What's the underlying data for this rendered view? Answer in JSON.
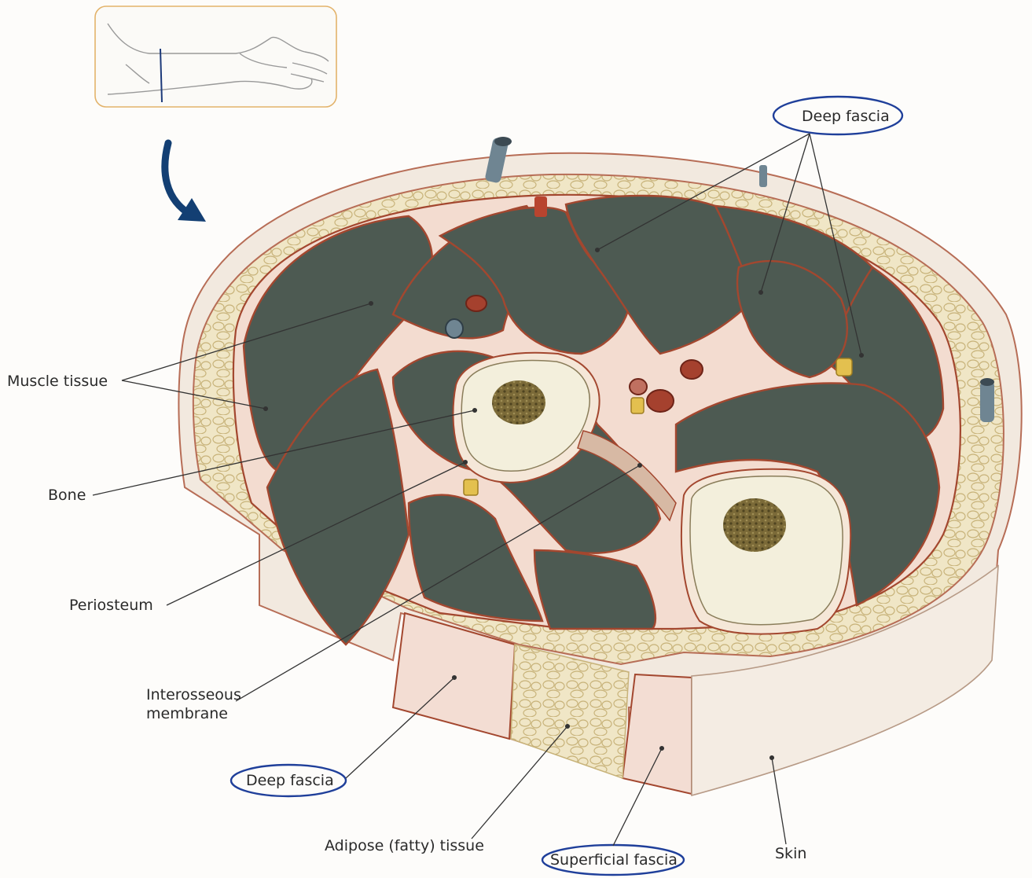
{
  "labels": {
    "deep_fascia_top": "Deep fascia",
    "muscle_tissue": "Muscle tissue",
    "bone": "Bone",
    "periosteum": "Periosteum",
    "interosseous_line1": "Interosseous",
    "interosseous_line2": "membrane",
    "deep_fascia_bottom": "Deep fascia",
    "adipose": "Adipose (fatty) tissue",
    "superficial_fascia": "Superficial fascia",
    "skin": "Skin"
  },
  "colors": {
    "muscle": "#4d5a52",
    "muscle_dark": "#3c4841",
    "fascia": "#b3563a",
    "fat": "#efe4c2",
    "bone": "#f3efdc",
    "marrow": "#6f6233",
    "skin": "#f2e9df",
    "vein": "#6f8592",
    "artery": "#a5412e",
    "nerve": "#e3c04f",
    "ink_circle": "#1f3f9a",
    "arrow": "#133f73",
    "inset_border": "#e3b36b"
  },
  "icons": {
    "inset": "arm-cross-section-icon",
    "arrow": "curved-arrow-icon"
  }
}
